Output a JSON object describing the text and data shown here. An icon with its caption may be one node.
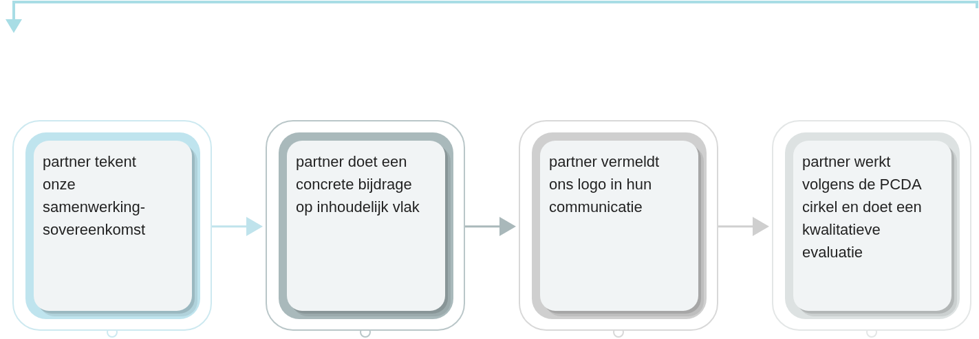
{
  "diagram": {
    "nodes": [
      {
        "text": [
          "partner tekent onze samenwerking-sovereenkomst"
        ]
      },
      {
        "text": [
          "partner doet een concrete bijdrage op inhoudelijk vlak"
        ]
      },
      {
        "text": [
          "partner vermeldt ons logo in hun communicatie"
        ]
      },
      {
        "text": [
          "partner werkt volgens de PCDA cirkel en doet een kwalitatieve evaluatie"
        ]
      }
    ],
    "edges": [
      {
        "from": 0,
        "to": 1,
        "arrow": "to",
        "color": "#bfe3ec"
      },
      {
        "from": 1,
        "to": 2,
        "arrow": "to",
        "color": "#a9b8ba"
      },
      {
        "from": 2,
        "to": 3,
        "arrow": "to",
        "color": "#cfcfcf"
      }
    ]
  }
}
